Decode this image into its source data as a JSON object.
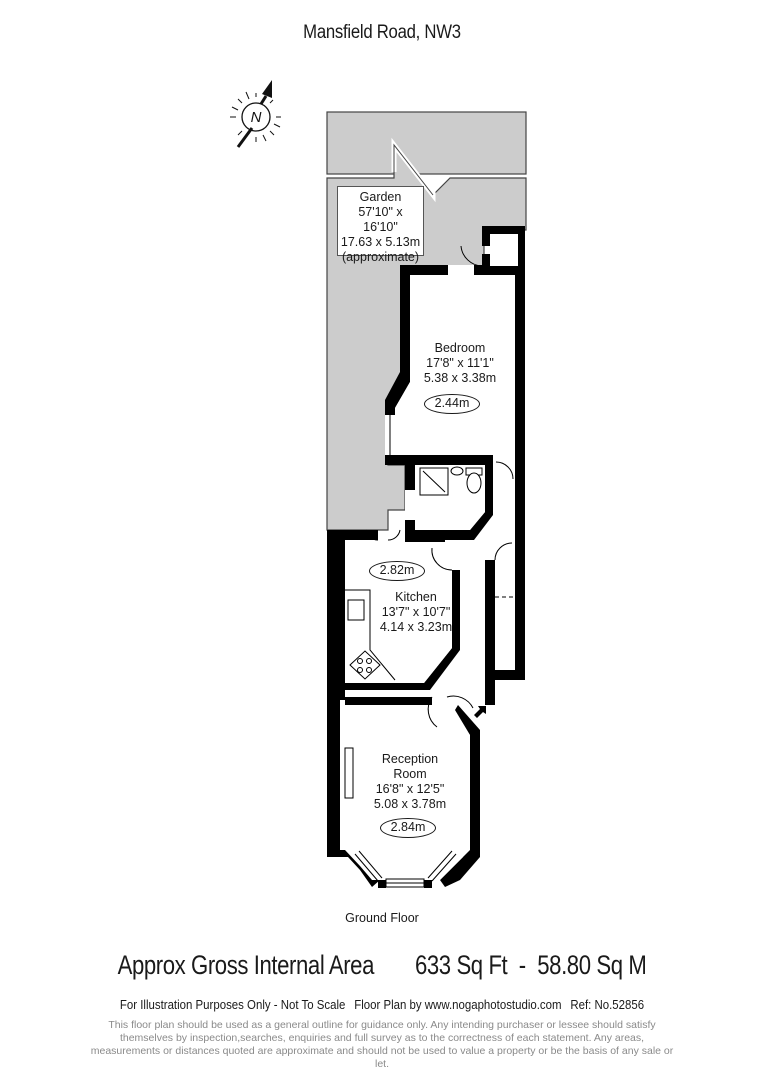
{
  "header": {
    "address": "Mansfield Road, NW3"
  },
  "compass": {
    "icon": "north-arrow-compass-icon",
    "letter": "N"
  },
  "rooms": {
    "garden": {
      "name": "Garden",
      "imperial": "57'10\" x 16'10\"",
      "metric": "17.63 x 5.13m",
      "note": "(approximate)"
    },
    "bedroom": {
      "name": "Bedroom",
      "imperial": "17'8\" x 11'1\"",
      "metric": "5.38 x 3.38m",
      "ceiling_height": "2.44m"
    },
    "kitchen": {
      "name": "Kitchen",
      "imperial": "13'7\" x 10'7\"",
      "metric": "4.14 x 3.23m",
      "ceiling_height": "2.82m"
    },
    "reception": {
      "name_line1": "Reception",
      "name_line2": "Room",
      "imperial": "16'8\" x 12'5\"",
      "metric": "5.08 x 3.78m",
      "ceiling_height": "2.84m"
    }
  },
  "floor": {
    "label": "Ground Floor"
  },
  "area": {
    "label": "Approx Gross Internal Area",
    "sq_ft": "633 Sq Ft",
    "separator": "-",
    "sq_m": "58.80 Sq M"
  },
  "footer": {
    "illustration_note": "For Illustration Purposes Only - Not To Scale",
    "credit": "Floor Plan by www.nogaphotostudio.com",
    "reference": "Ref: No.52856",
    "disclaimer": "This floor plan should be used as a general outline for guidance only. Any intending purchaser or lessee should satisfy themselves by inspection,searches, enquiries and full survey as to the correctness of each statement. Any areas, measurements or distances quoted are approximate and should not be used to value a property or be the basis of any sale or let."
  },
  "colors": {
    "wall": "#000000",
    "garden_fill": "#cccccc",
    "room_fill": "#ffffff",
    "text": "#1a1a1a",
    "disclaimer_text": "#8a8a8a"
  }
}
